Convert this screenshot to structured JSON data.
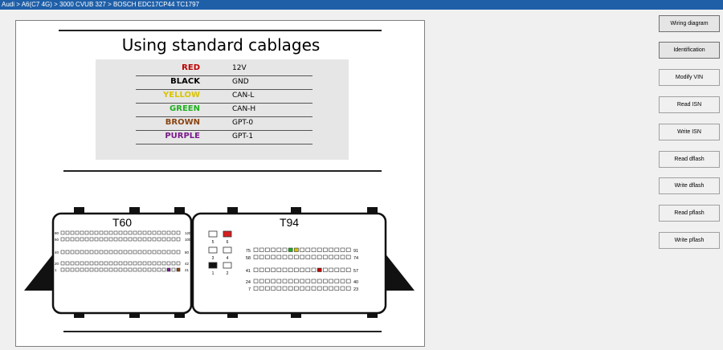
{
  "window": {
    "title": "Audi > A6(C7 4G) > 3000 CVUB 327 > BOSCH EDC17CP44 TC1797"
  },
  "diagram": {
    "heading": "Using  standard cablages",
    "legend": [
      {
        "color_name": "RED",
        "function": "12V",
        "color": "#c00000"
      },
      {
        "color_name": "BLACK",
        "function": "GND",
        "color": "#000000"
      },
      {
        "color_name": "YELLOW",
        "function": "CAN-L",
        "color": "#d9c400"
      },
      {
        "color_name": "GREEN",
        "function": "CAN-H",
        "color": "#1fb01f"
      },
      {
        "color_name": "BROWN",
        "function": "GPT-0",
        "color": "#8b4513"
      },
      {
        "color_name": "PURPLE",
        "function": "GPT-1",
        "color": "#7a1a8c"
      }
    ],
    "connector_left": {
      "name": "T60",
      "pins": {
        "r1_left": "80",
        "r1_right": "120",
        "r2_left": "60",
        "r2_right": "100",
        "r3_left": "40",
        "r3_right": "80",
        "r4_left": "20",
        "r4_right": "42",
        "r5_left": "1",
        "r5_right": "21"
      }
    },
    "connector_right": {
      "name": "T94",
      "block_pins": [
        "5",
        "6",
        "3",
        "4",
        "1",
        "2"
      ],
      "pins": {
        "r1_left": "75",
        "r1_right": "91",
        "r2_left": "58",
        "r2_right": "74",
        "r3_left": "41",
        "r3_right": "57",
        "r4_left": "24",
        "r4_right": "40",
        "r5_left": "7",
        "r5_right": "23"
      }
    }
  },
  "buttons": [
    {
      "label": "Wiring diagram"
    },
    {
      "label": "Identification"
    },
    {
      "label": "Modify VIN"
    },
    {
      "label": "Read  ISN"
    },
    {
      "label": "Write  ISN"
    },
    {
      "label": "Read dflash"
    },
    {
      "label": "Write dflash"
    },
    {
      "label": "Read pflash"
    },
    {
      "label": "Write pflash"
    }
  ]
}
